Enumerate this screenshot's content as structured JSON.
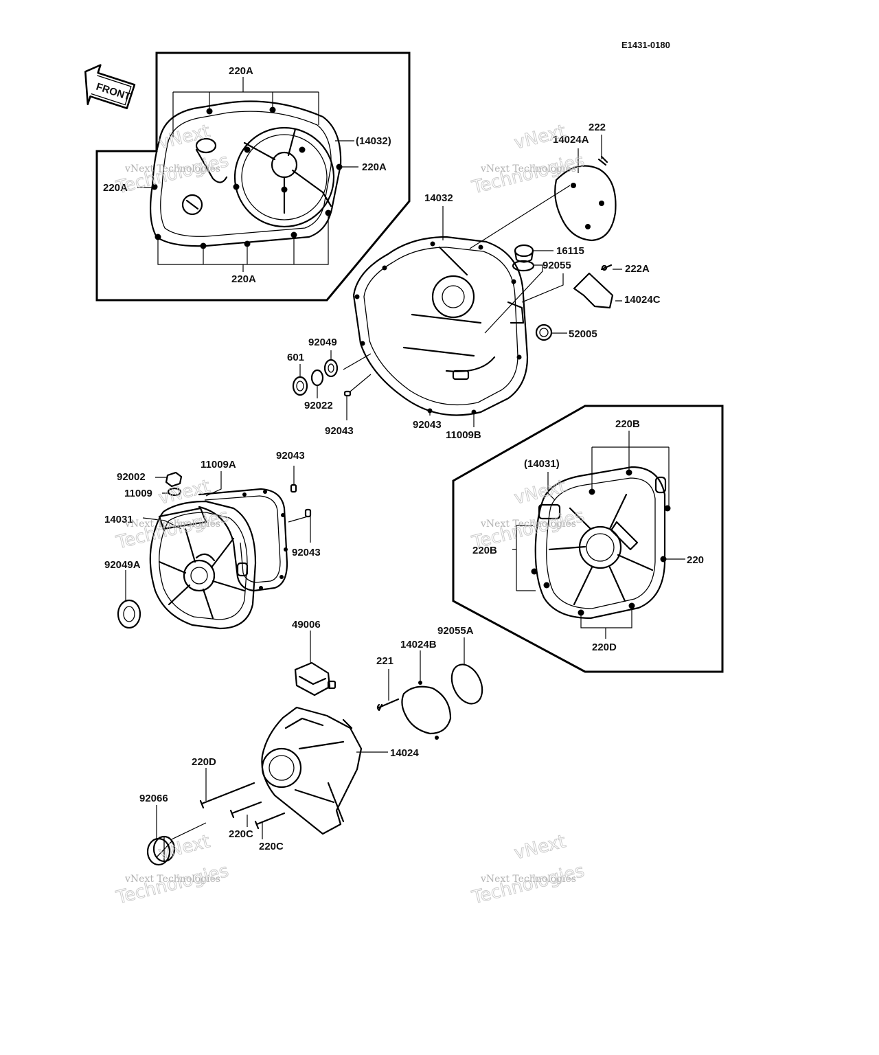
{
  "diagram": {
    "code": "E1431-0180",
    "front_label": "FRONT",
    "watermark": {
      "line1": "vNext Technologies",
      "line2a": "vNext",
      "line2b": "Technologies"
    },
    "callouts": [
      {
        "id": "c01",
        "text": "220A"
      },
      {
        "id": "c02",
        "text": "(14032)"
      },
      {
        "id": "c03",
        "text": "220A"
      },
      {
        "id": "c04",
        "text": "220A"
      },
      {
        "id": "c05",
        "text": "220A"
      },
      {
        "id": "c06",
        "text": "222"
      },
      {
        "id": "c07",
        "text": "14024A"
      },
      {
        "id": "c08",
        "text": "14032"
      },
      {
        "id": "c09",
        "text": "16115"
      },
      {
        "id": "c10",
        "text": "92055"
      },
      {
        "id": "c11",
        "text": "222A"
      },
      {
        "id": "c12",
        "text": "14024C"
      },
      {
        "id": "c13",
        "text": "52005"
      },
      {
        "id": "c14",
        "text": "92049"
      },
      {
        "id": "c15",
        "text": "601"
      },
      {
        "id": "c16",
        "text": "92022"
      },
      {
        "id": "c17",
        "text": "92043"
      },
      {
        "id": "c18",
        "text": "92043"
      },
      {
        "id": "c19",
        "text": "11009B"
      },
      {
        "id": "c20",
        "text": "220B"
      },
      {
        "id": "c21",
        "text": "(14031)"
      },
      {
        "id": "c22",
        "text": "220B"
      },
      {
        "id": "c23",
        "text": "220"
      },
      {
        "id": "c24",
        "text": "220D"
      },
      {
        "id": "c25",
        "text": "92043"
      },
      {
        "id": "c26",
        "text": "11009A"
      },
      {
        "id": "c27",
        "text": "92002"
      },
      {
        "id": "c28",
        "text": "11009"
      },
      {
        "id": "c29",
        "text": "14031"
      },
      {
        "id": "c30",
        "text": "92043"
      },
      {
        "id": "c31",
        "text": "92049A"
      },
      {
        "id": "c32",
        "text": "49006"
      },
      {
        "id": "c33",
        "text": "92055A"
      },
      {
        "id": "c34",
        "text": "14024B"
      },
      {
        "id": "c35",
        "text": "221"
      },
      {
        "id": "c36",
        "text": "14024"
      },
      {
        "id": "c37",
        "text": "220D"
      },
      {
        "id": "c38",
        "text": "92066"
      },
      {
        "id": "c39",
        "text": "220C"
      },
      {
        "id": "c40",
        "text": "220C"
      }
    ]
  }
}
